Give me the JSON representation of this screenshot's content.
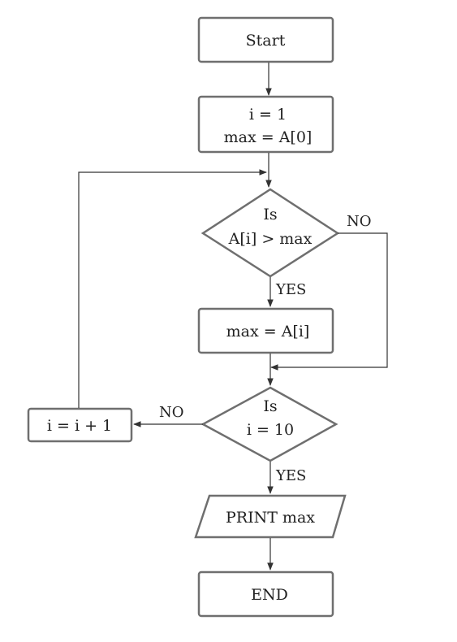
{
  "nodes": {
    "start": "Start",
    "init_line1": "i = 1",
    "init_line2": "max = A[0]",
    "decision1_line1": "Is",
    "decision1_line2": "A[i] > max",
    "assign": "max = A[i]",
    "decision2_line1": "Is",
    "decision2_line2": "i = 10",
    "increment": "i = i + 1",
    "print": "PRINT max",
    "end": "END"
  },
  "edge_labels": {
    "decision1_no": "NO",
    "decision1_yes": "YES",
    "decision2_no": "NO",
    "decision2_yes": "YES"
  }
}
